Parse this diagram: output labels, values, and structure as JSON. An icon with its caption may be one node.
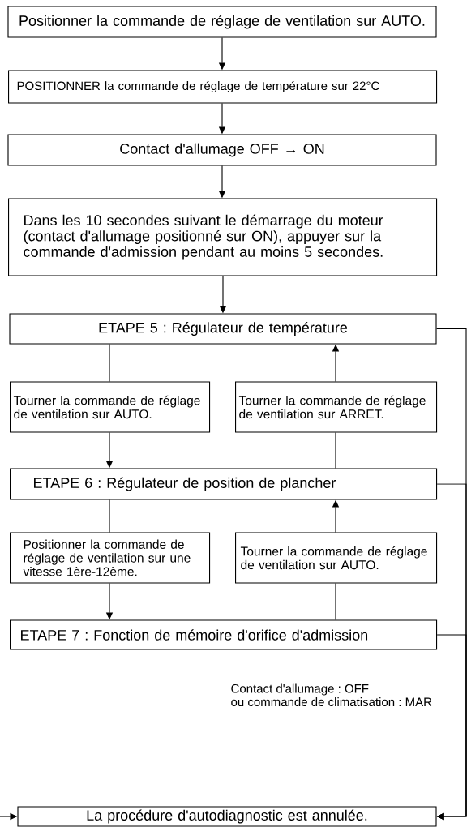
{
  "diagram": {
    "nodes": [
      {
        "text": [
          "Positionner la commande de réglage de ventilation sur AUTO."
        ]
      },
      {
        "text": [
          "POSITIONNER la commande de réglage de température sur 22°C"
        ]
      },
      {
        "text": [
          "Contact d'allumage OFF → ON"
        ]
      },
      {
        "text": [
          "Dans les 10 secondes suivant le démarrage du moteur (contact d'allumage positionné sur ON), appuyer sur la commande d'admission pendant au moins 5 secondes."
        ]
      },
      {
        "text": [
          "ETAPE 5 : Régulateur de température"
        ]
      },
      {
        "text": [
          "Tourner la commande de réglage de ventilation sur AUTO."
        ]
      },
      {
        "text": [
          "Tourner la commande de réglage de ventilation sur ARRET."
        ]
      },
      {
        "text": [
          "ETAPE 6 : Régulateur de position de plancher"
        ]
      },
      {
        "text": [
          "Positionner la commande de réglage de ventilation sur une vitesse 1ère-12ème."
        ]
      },
      {
        "text": [
          "Tourner la commande de réglage de ventilation sur AUTO."
        ]
      },
      {
        "text": [
          "ETAPE 7 : Fonction de mémoire d'orifice d'admission"
        ]
      },
      {
        "text": [
          "La procédure d'autodiagnostic est annulée."
        ]
      }
    ],
    "edges": [
      {
        "from": 0,
        "to": 1,
        "arrow": "to"
      },
      {
        "from": 1,
        "to": 2,
        "arrow": "to"
      },
      {
        "from": 2,
        "to": 3,
        "arrow": "to"
      },
      {
        "from": 3,
        "to": 4,
        "arrow": "to"
      },
      {
        "from": 4,
        "to": 5,
        "arrow": "none"
      },
      {
        "from": 5,
        "to": 7,
        "arrow": "to"
      },
      {
        "from": 7,
        "to": 6,
        "arrow": "none"
      },
      {
        "from": 6,
        "to": 4,
        "arrow": "to"
      },
      {
        "from": 7,
        "to": 8,
        "arrow": "none"
      },
      {
        "from": 8,
        "to": 10,
        "arrow": "to"
      },
      {
        "from": 10,
        "to": 9,
        "arrow": "none"
      },
      {
        "from": 9,
        "to": 7,
        "arrow": "to"
      },
      {
        "from": 4,
        "to": 11,
        "arrow": "to"
      },
      {
        "from": 7,
        "to": 11,
        "arrow": "to"
      },
      {
        "from": 10,
        "to": 11,
        "arrow": "to",
        "label": "Contact d'allumage : OFF ou commande de climatisation : MAR"
      },
      {
        "from": null,
        "to": 11,
        "arrow": "to"
      }
    ]
  }
}
